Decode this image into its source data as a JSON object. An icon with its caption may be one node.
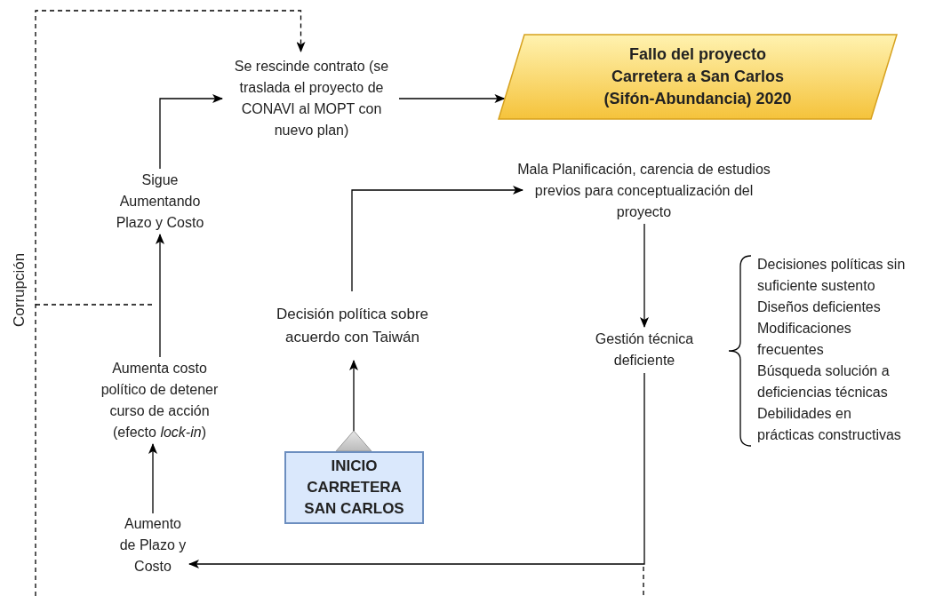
{
  "diagram": {
    "nodes": [
      {
        "text": [
          "Fallo del proyecto Carretera a San Carlos (Sifón-Abundancia) 2020"
        ]
      },
      {
        "text": [
          "Se rescinde contrato (se traslada el proyecto de CONAVI al MOPT con nuevo plan)"
        ]
      },
      {
        "text": [
          "Sigue Aumentando Plazo y Costo"
        ]
      },
      {
        "text": [
          "Mala Planificación, carencia de estudios previos para conceptualización del proyecto"
        ]
      },
      {
        "text": [
          "Decisión política sobre acuerdo con Taiwán"
        ]
      },
      {
        "text": [
          "Gestión técnica deficiente"
        ]
      },
      {
        "text": [
          "Aumenta costo político de detener curso de acción (efecto *lock-in*)"
        ]
      },
      {
        "text": [
          "INICIO CARRETERA SAN CARLOS"
        ]
      },
      {
        "text": [
          "Aumento de Plazo y Costo"
        ]
      }
    ],
    "edges": [
      {
        "from": 1,
        "to": 0,
        "arrow": "to"
      },
      {
        "from": 2,
        "to": 1,
        "arrow": "to"
      },
      {
        "from": 6,
        "to": 2,
        "arrow": "to"
      },
      {
        "from": 8,
        "to": 6,
        "arrow": "to"
      },
      {
        "from": 7,
        "to": 4,
        "arrow": "to"
      },
      {
        "from": 4,
        "to": 3,
        "arrow": "to"
      },
      {
        "from": 3,
        "to": 5,
        "arrow": "to"
      },
      {
        "from": 5,
        "to": 8,
        "arrow": "to"
      },
      {
        "from": null,
        "to": 1,
        "arrow": "to",
        "style": "dashed"
      }
    ],
    "labels": [
      "Corrupción",
      "Decisiones políticas sin suficiente sustento",
      "Diseños deficientes",
      "Modificaciones frecuentes",
      "Búsqueda solución a deficiencias técnicas",
      "Debilidades en prácticas constructivas"
    ]
  }
}
